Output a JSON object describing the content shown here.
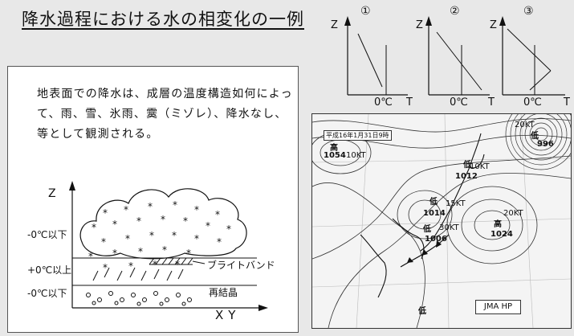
{
  "title": "降水過程における水の相変化の一例",
  "paragraph": "地表面での降水は、成層の温度構造如何によって、雨、雪、氷雨、霙（ミゾレ）、降水なし、等として観測される。",
  "cloud_diagram": {
    "axis_z": "Z",
    "axis_xy": "XY",
    "layer_top": "-0℃以下",
    "layer_mid": "+0℃以上",
    "layer_bottom": "-0℃以下",
    "bright_band": "ブライトバンド",
    "refreeze": "再結晶"
  },
  "temperature_graphs": [
    {
      "number": "①",
      "z": "Z",
      "zero": "0℃",
      "t": "T"
    },
    {
      "number": "②",
      "z": "Z",
      "zero": "0℃",
      "t": "T"
    },
    {
      "number": "③",
      "z": "Z",
      "zero": "0℃",
      "t": "T"
    }
  ],
  "weather_map": {
    "date": "平成16年1月31日9時",
    "credit": "JMA HP",
    "systems": [
      {
        "kind": "高",
        "pressure": "1054",
        "wind": "10KT"
      },
      {
        "kind": "低",
        "pressure": "996",
        "wind": "20KT"
      },
      {
        "kind": "低",
        "pressure": "1012",
        "wind": "10KT"
      },
      {
        "kind": "低",
        "pressure": "1014",
        "wind": "15KT"
      },
      {
        "kind": "低",
        "pressure": "1006",
        "wind": "30KT"
      },
      {
        "kind": "高",
        "pressure": "1024",
        "wind": "20KT"
      },
      {
        "kind": "低",
        "pressure": "",
        "wind": ""
      }
    ]
  }
}
